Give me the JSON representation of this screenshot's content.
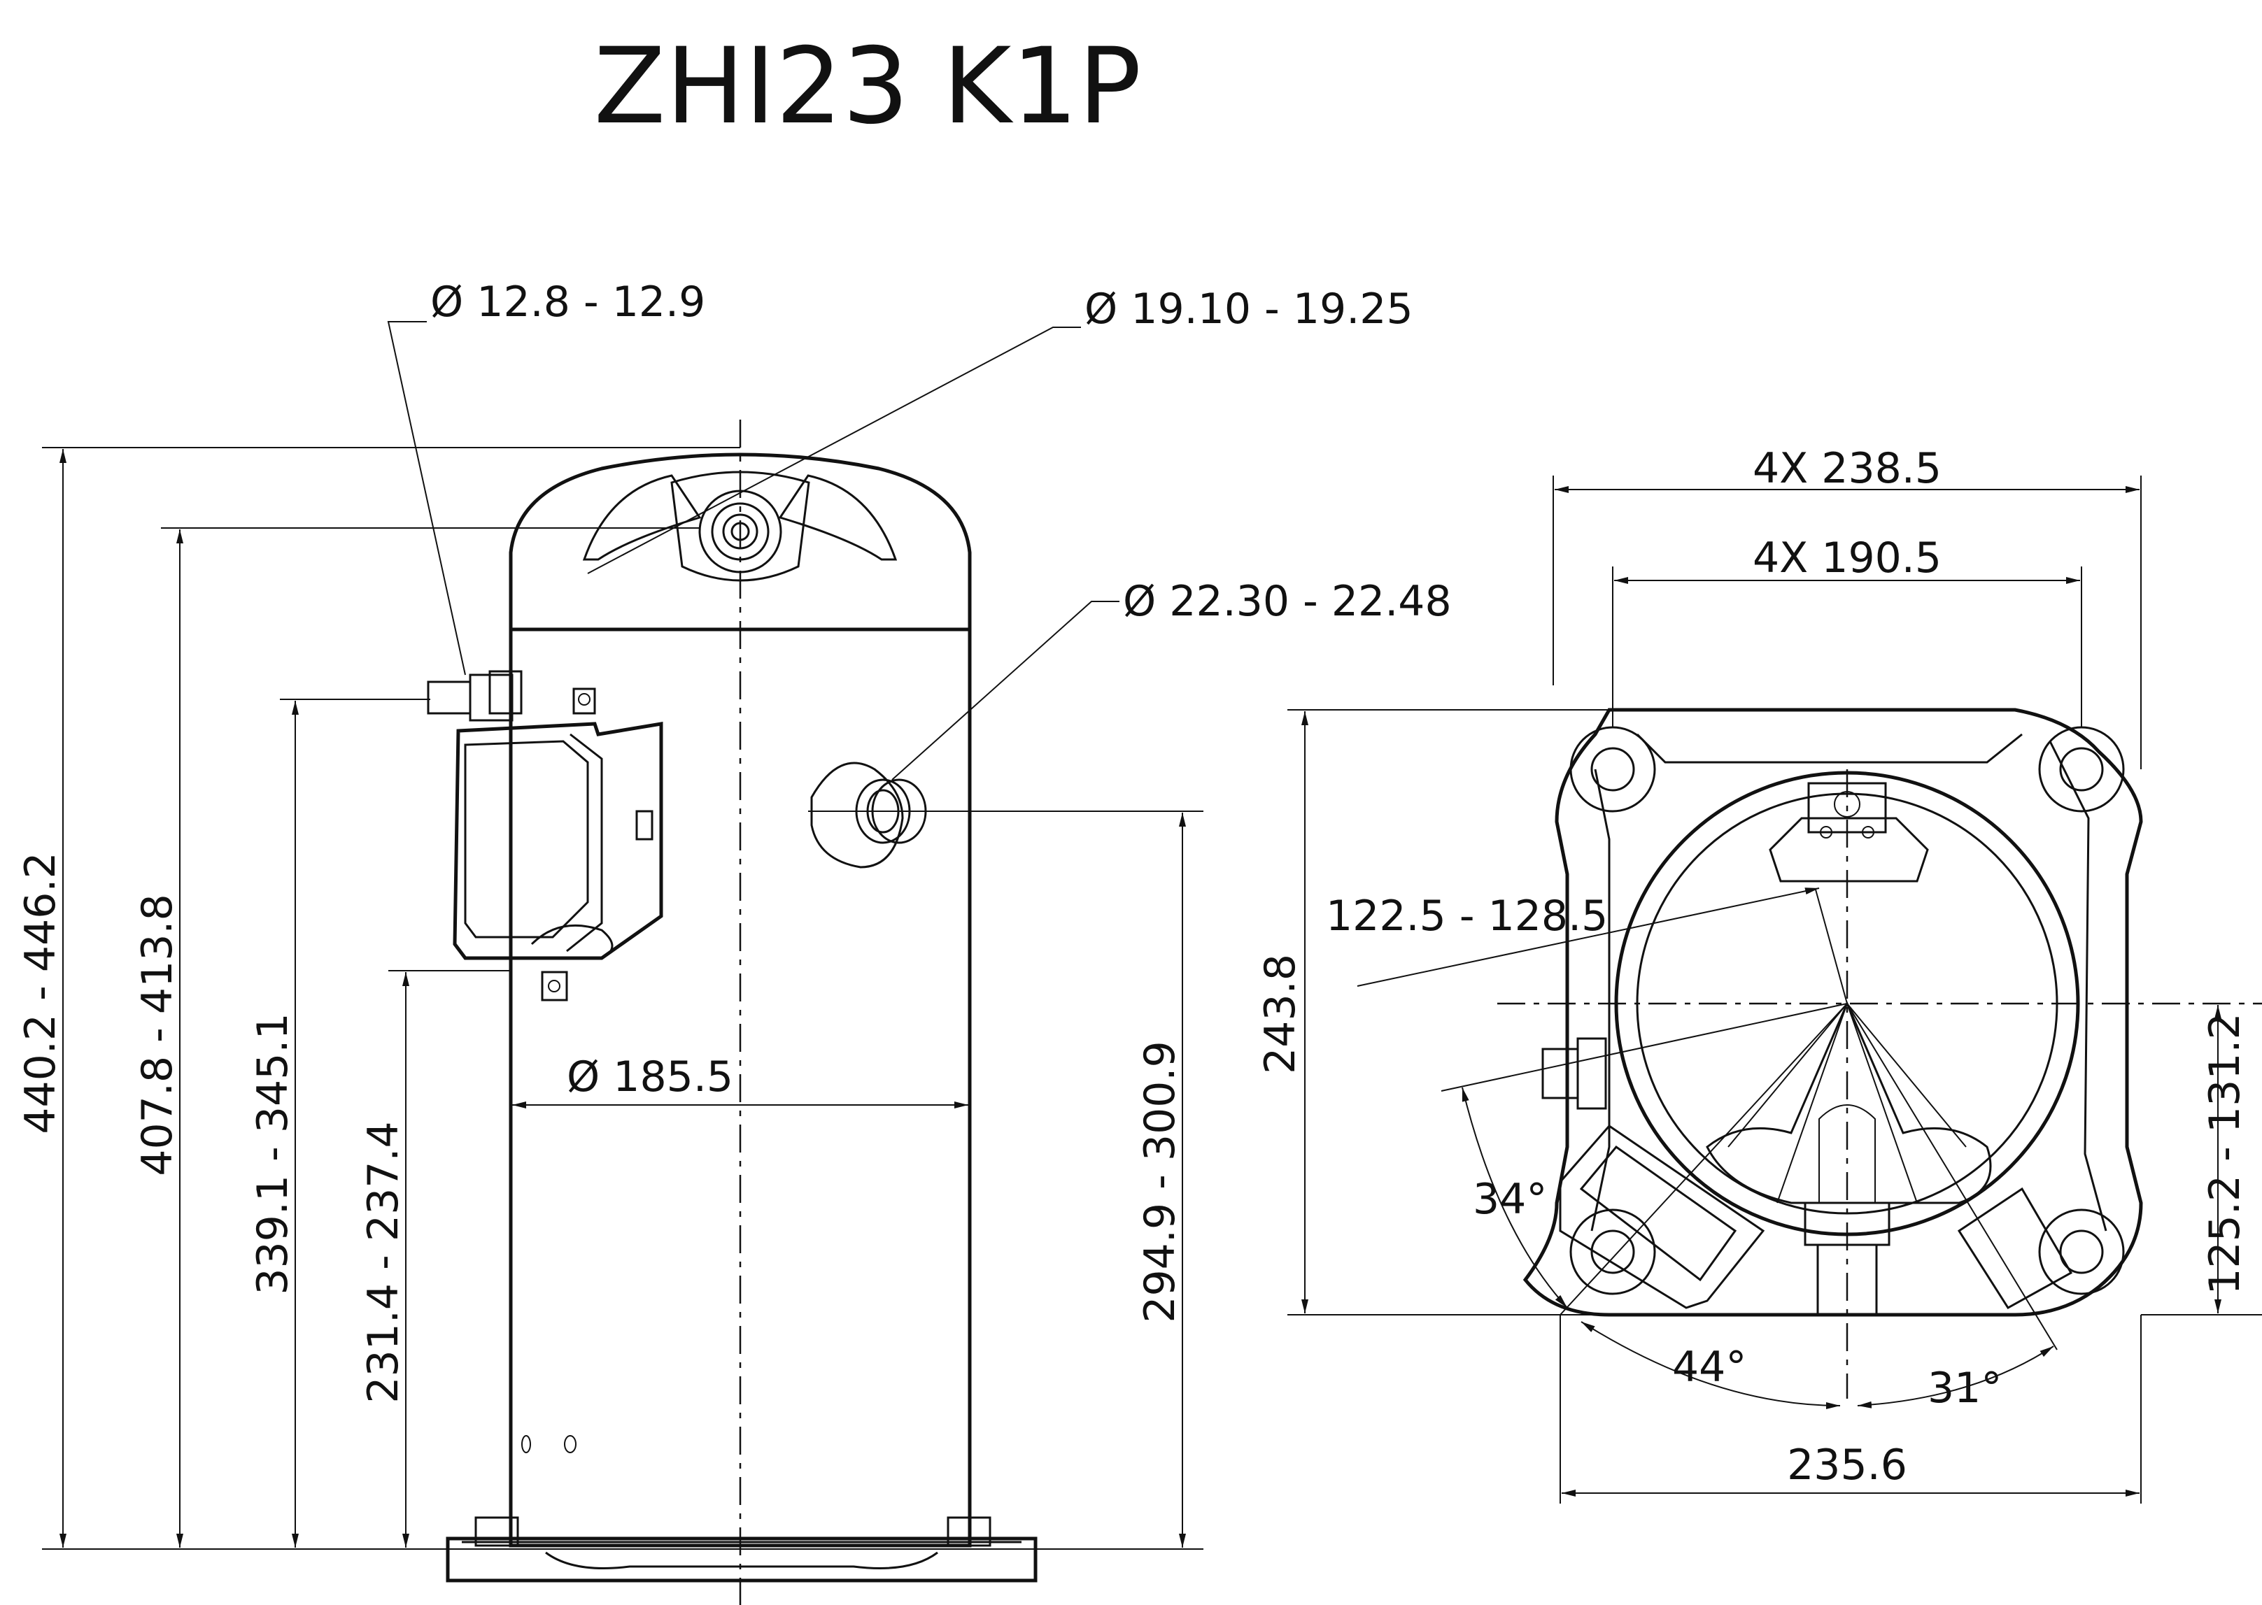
{
  "title": "ZHI23 K1P",
  "side_view": {
    "connector_small": "Ø 12.8 - 12.9",
    "connector_discharge": "Ø 19.10 - 19.25",
    "connector_suction": "Ø 22.30 - 22.48",
    "shell_diameter": "Ø 185.5",
    "height_total": "440.2 - 446.2",
    "height_discharge": "407.8 - 413.8",
    "height_small_port": "339.1 - 345.1",
    "height_box_bottom": "231.4 - 237.4",
    "height_suction": "294.9 - 300.9"
  },
  "top_view": {
    "mount_outer": "4X 238.5",
    "mount_inner": "4X 190.5",
    "depth": "243.8",
    "radius": "122.5 - 128.5",
    "offset": "125.2 - 131.2",
    "angle_left": "34°",
    "angle_bottom_left": "44°",
    "angle_bottom_right": "31°",
    "base_width": "235.6"
  },
  "colors": {
    "line": "#111111",
    "background": "#ffffff"
  }
}
